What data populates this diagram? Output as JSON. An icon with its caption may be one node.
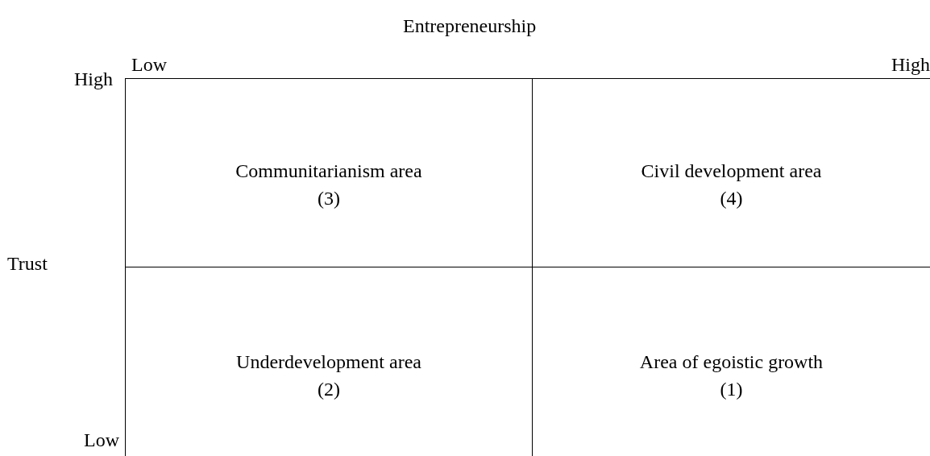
{
  "diagram": {
    "nodes": [
      {
        "text": [
          "Communitarianism area",
          "(3)"
        ]
      },
      {
        "text": [
          "Civil development area",
          "(4)"
        ]
      },
      {
        "text": [
          "Underdevelopment area",
          "(2)"
        ]
      },
      {
        "text": [
          "Area of egoistic growth",
          "(1)"
        ]
      }
    ],
    "labels": [
      "Entrepreneurship",
      "Low",
      "High",
      "High",
      "Trust",
      "Low"
    ]
  }
}
